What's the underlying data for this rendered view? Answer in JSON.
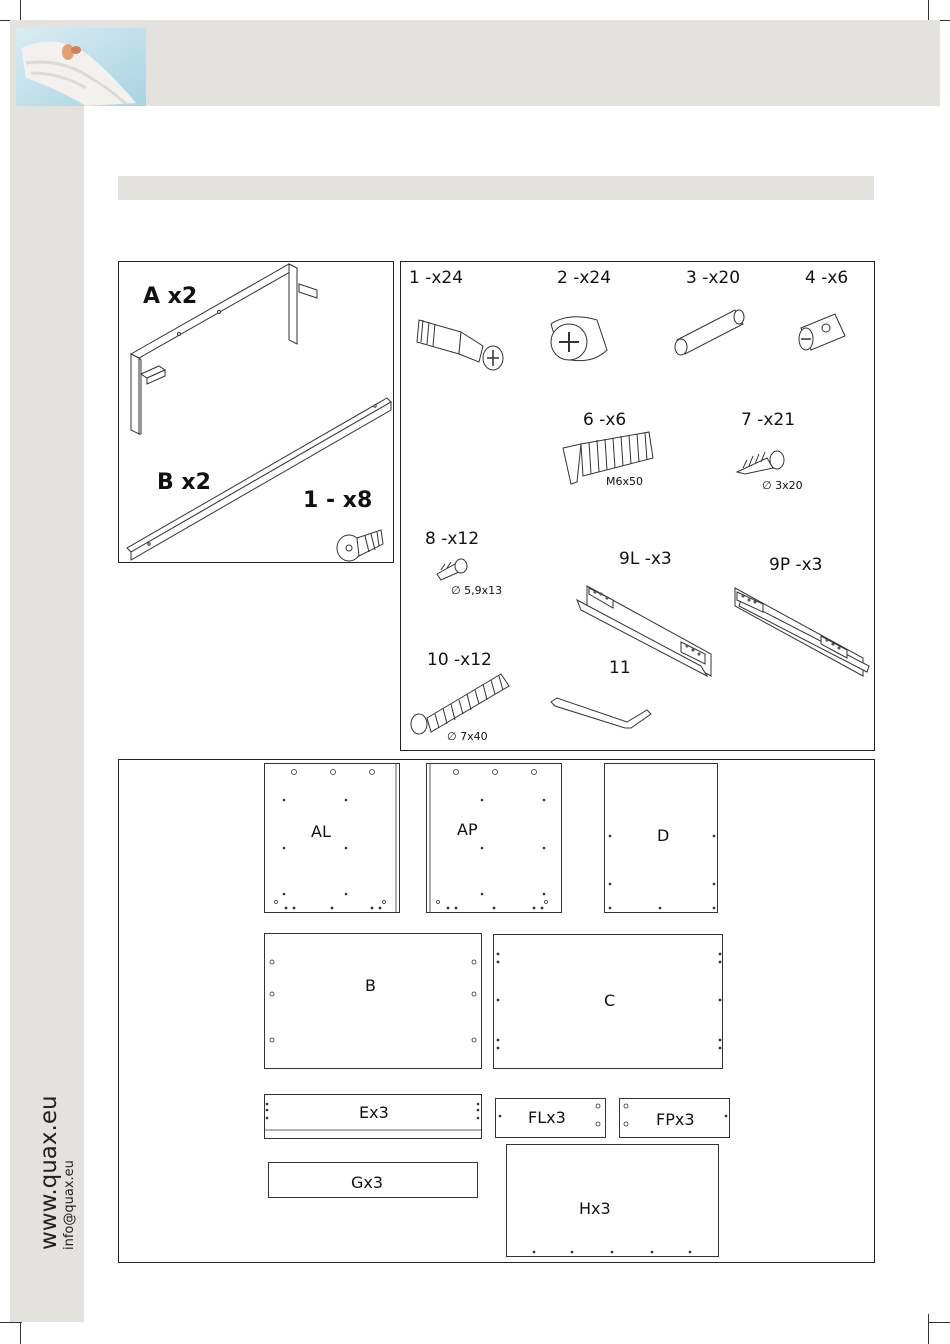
{
  "sidebar": {
    "website": "www.quax.eu",
    "email": "info@quax.eu"
  },
  "frames": {
    "frame_label": {
      "label": "A x2"
    },
    "rail_label": {
      "label": "B x2"
    },
    "bolt_label": {
      "label": "1 - x8"
    }
  },
  "hardware": [
    {
      "id": "h1",
      "label": "1 -x24"
    },
    {
      "id": "h2",
      "label": "2 -x24"
    },
    {
      "id": "h3",
      "label": "3 -x20"
    },
    {
      "id": "h4",
      "label": "4 -x6"
    },
    {
      "id": "h6",
      "label": "6 -x6",
      "spec": "M6x50"
    },
    {
      "id": "h7",
      "label": "7 -x21",
      "spec": "∅ 3x20"
    },
    {
      "id": "h8",
      "label": "8 -x12",
      "spec": "∅ 5,9x13"
    },
    {
      "id": "h9l",
      "label": "9L -x3"
    },
    {
      "id": "h9p",
      "label": "9P -x3"
    },
    {
      "id": "h10",
      "label": "10 -x12",
      "spec": "∅ 7x40"
    },
    {
      "id": "h11",
      "label": "11"
    }
  ],
  "panels": {
    "al": "AL",
    "ap": "AP",
    "d": "D",
    "b": "B",
    "c": "C",
    "e": "Ex3",
    "fl": "FLx3",
    "fp": "FPx3",
    "g": "Gx3",
    "h": "Hx3"
  }
}
